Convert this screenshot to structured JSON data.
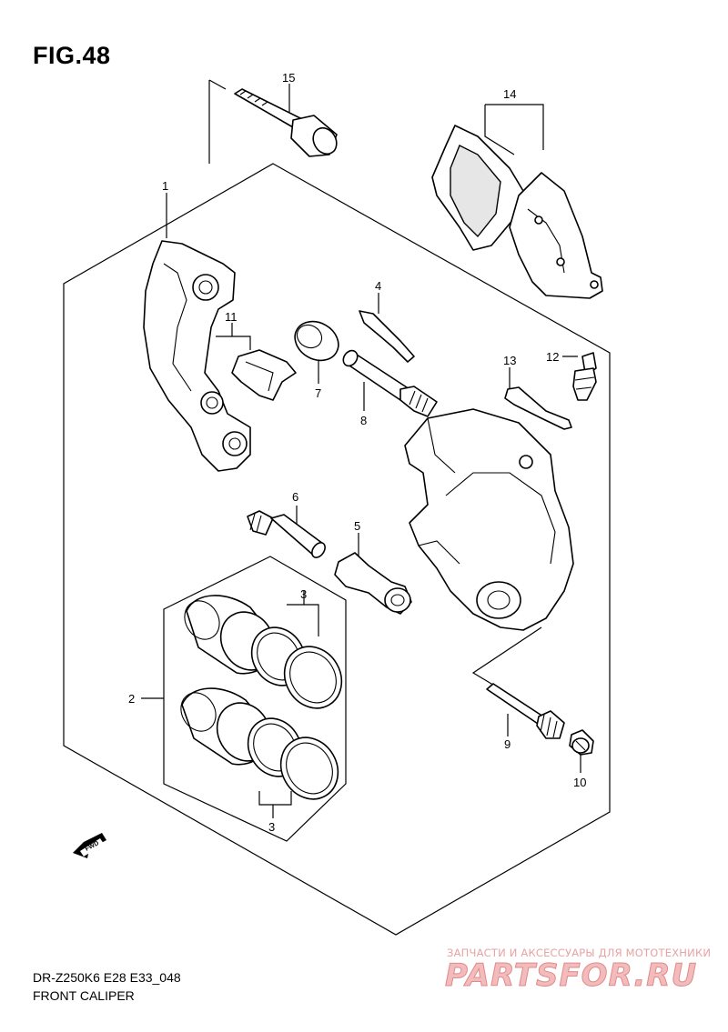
{
  "figure": {
    "title": "FIG.48",
    "model_code": "DR-Z250K6 E28 E33_048",
    "section_name": "FRONT CALIPER"
  },
  "callouts": [
    "1",
    "2",
    "3",
    "3",
    "4",
    "5",
    "6",
    "7",
    "8",
    "9",
    "10",
    "11",
    "12",
    "13",
    "14",
    "15"
  ],
  "fwd_label": "FWD",
  "watermark": {
    "subtitle": "ЗАПЧАСТИ И АКСЕССУАРЫ ДЛЯ МОТОТЕХНИКИ",
    "logo": "PARTSFOR.RU"
  },
  "colors": {
    "line": "#000000",
    "background": "#ffffff",
    "watermark": "#e8a3a3"
  }
}
